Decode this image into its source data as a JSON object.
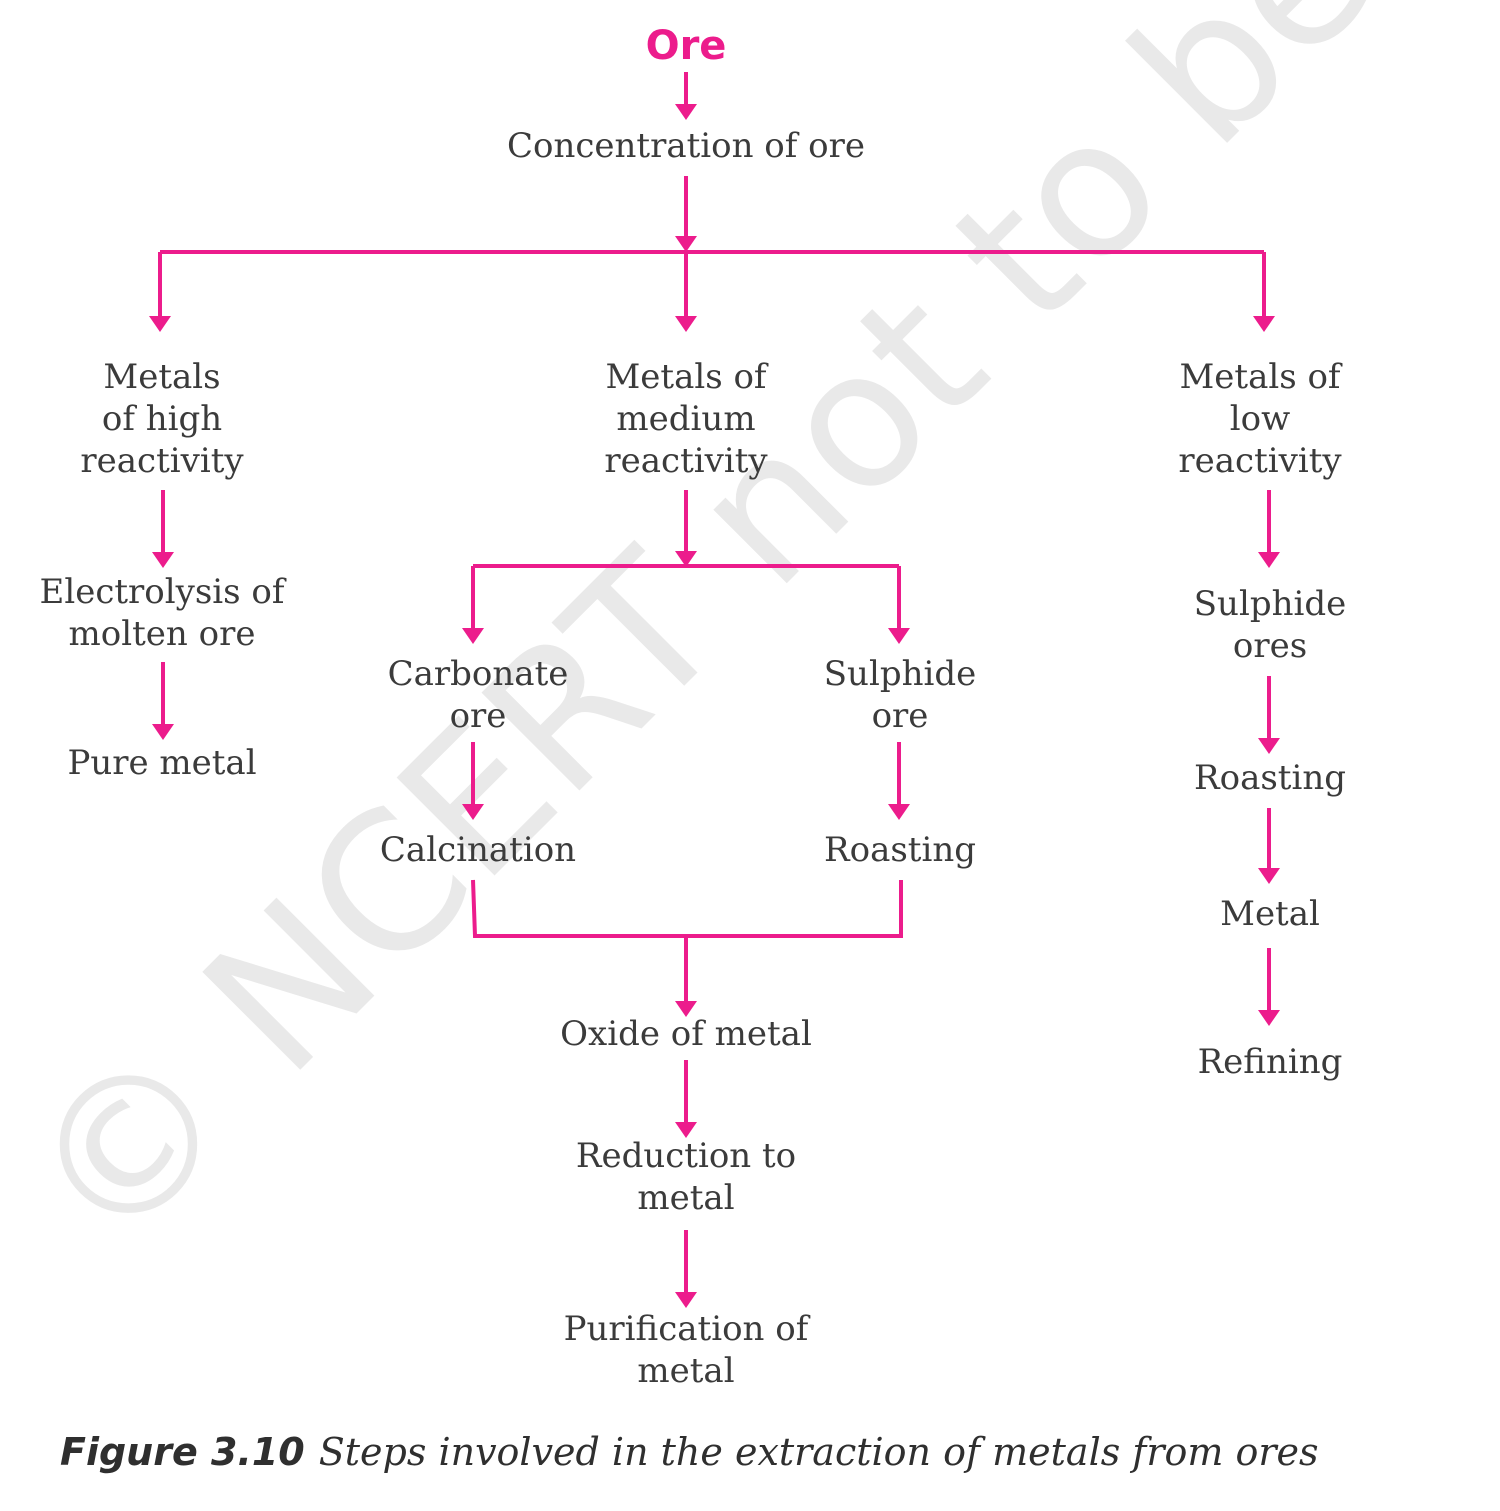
{
  "colors": {
    "accent": "#EC1C8C",
    "text": "#3b3b3b",
    "watermark": "#d9d9d9"
  },
  "watermark": {
    "text": "© NCERT not to be republished"
  },
  "nodes": {
    "ore": "Ore",
    "concentration": "Concentration of ore",
    "high_reactivity": "Metals\nof high\nreactivity",
    "medium_reactivity": "Metals of\nmedium\nreactivity",
    "low_reactivity": "Metals of\nlow\nreactivity",
    "electrolysis": "Electrolysis of\nmolten ore",
    "pure_metal": "Pure metal",
    "carbonate_ore": "Carbonate\nore",
    "sulphide_ore": "Sulphide\nore",
    "calcination": "Calcination",
    "roasting_medium": "Roasting",
    "oxide_of_metal": "Oxide of metal",
    "reduction": "Reduction to\nmetal",
    "purification": "Purification of\nmetal",
    "sulphide_ores_low": "Sulphide\nores",
    "roasting_low": "Roasting",
    "metal_low": "Metal",
    "refining": "Refining"
  },
  "caption": {
    "label": "Figure 3.10",
    "text": "Steps involved in the extraction of metals from ores"
  }
}
